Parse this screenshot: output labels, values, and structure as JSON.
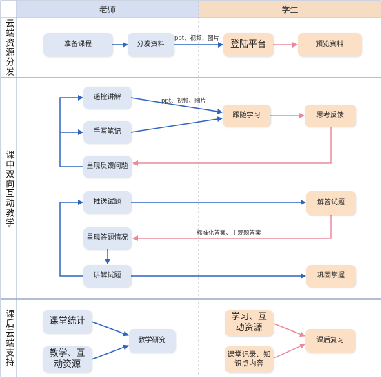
{
  "headers": {
    "teacher": "老师",
    "student": "学生"
  },
  "sections": [
    {
      "id": "cloud-distribute",
      "label": "云端资源分发"
    },
    {
      "id": "in-class-interaction",
      "label": "课中双向互动教学"
    },
    {
      "id": "after-class-support",
      "label": "课后云端支持"
    }
  ],
  "nodes": {
    "prepare_course": "准备课程",
    "distribute_material": "分发资料",
    "login_platform": "登陆平台",
    "preview_material": "预览资料",
    "remote_lecture": "遥控讲解",
    "handwritten_notes": "手写笔记",
    "follow_learning": "跟随学习",
    "think_feedback": "思考反馈",
    "present_feedback": "呈现反馈问题",
    "push_quiz": "推送试题",
    "answer_quiz": "解答试题",
    "present_answers": "呈现答题情况",
    "explain_quiz": "讲解试题",
    "consolidate": "巩固掌握",
    "class_statistics": "课堂统计",
    "teaching_resources": "教学、互动资源",
    "teaching_research": "教学研究",
    "study_resources": "学习、互动资源",
    "class_records": "课堂记录、知识点内容",
    "review": "课后复习"
  },
  "edge_labels": {
    "distribute_to_login": "ppt、视频、图片",
    "lecture_to_follow": "ppt、视频、图片",
    "answers_to_present": "标准化答案、主观题答案"
  },
  "colors": {
    "teacher_header": "#d6dff2",
    "student_header": "#f7dcc4",
    "teacher_node": "#dfe7f5",
    "student_node": "#fbe0c6",
    "blue_arrow": "#2e64c2",
    "pink_arrow": "#e98a9b",
    "divider": "#9aa9c4"
  }
}
